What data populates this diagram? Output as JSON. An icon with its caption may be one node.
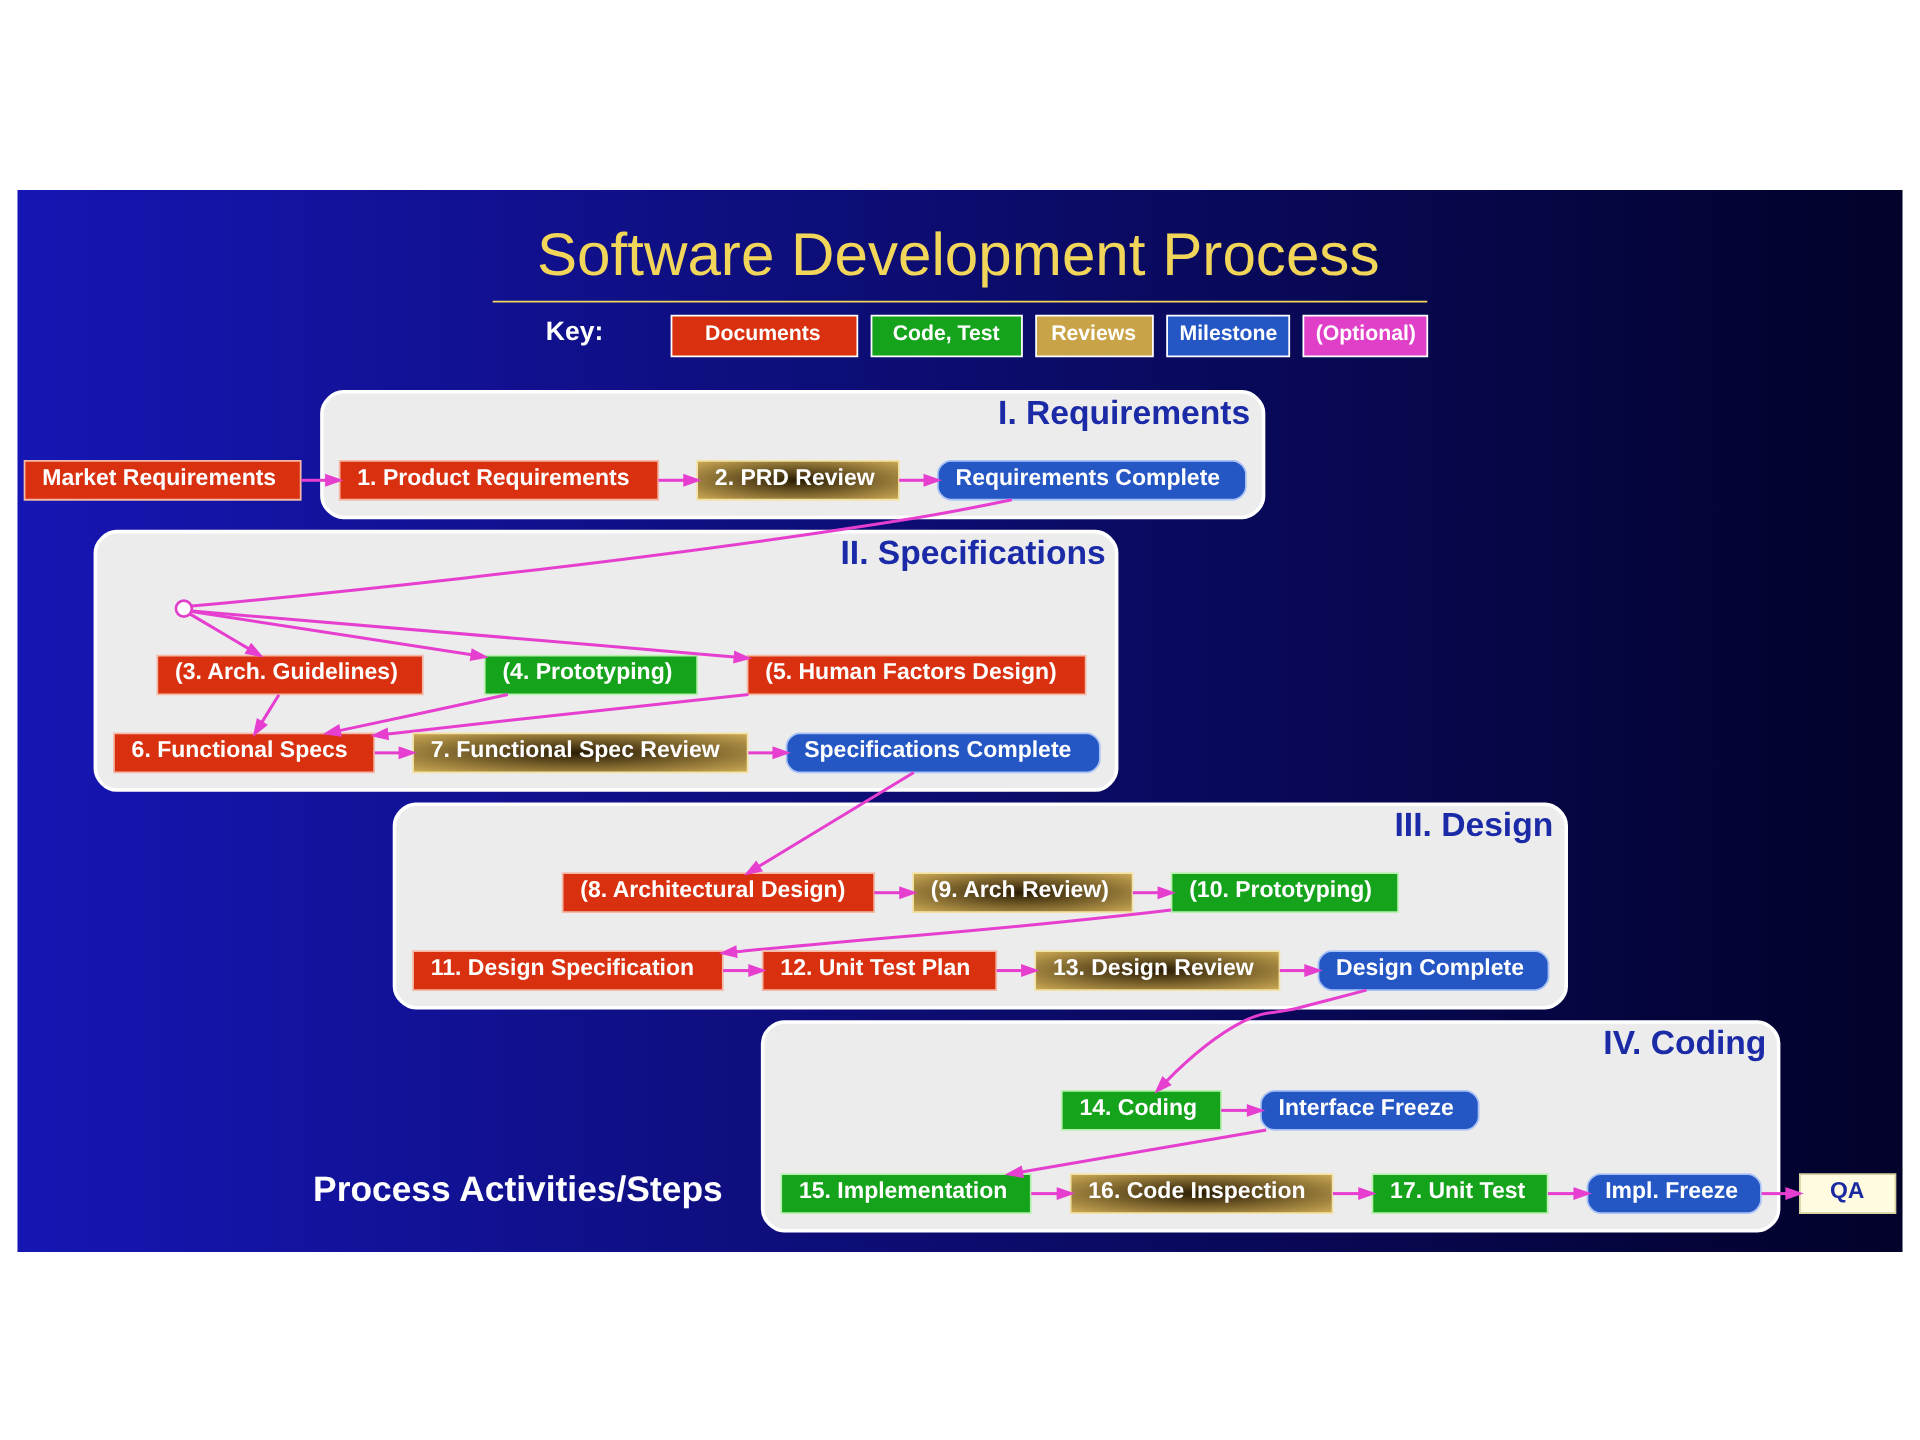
{
  "diagram": {
    "title": "Software Development Process",
    "caption": "Process Activities/Steps",
    "nodes": [
      {
        "text": [
          "Market Requirements"
        ]
      },
      {
        "text": [
          "I. Requirements"
        ]
      },
      {
        "text": [
          "1. Product Requirements"
        ],
        "in": 1
      },
      {
        "text": [
          "2. PRD Review"
        ],
        "in": 1
      },
      {
        "text": [
          "Requirements Complete"
        ],
        "in": 1
      },
      {
        "text": [
          "II. Specifications"
        ]
      },
      {
        "text": [],
        "shape": "circle",
        "in": 5
      },
      {
        "text": [
          "(3. Arch. Guidelines)"
        ],
        "in": 5
      },
      {
        "text": [
          "(4. Prototyping)"
        ],
        "in": 5
      },
      {
        "text": [
          "(5. Human Factors Design)"
        ],
        "in": 5
      },
      {
        "text": [
          "6. Functional Specs"
        ],
        "in": 5
      },
      {
        "text": [
          "7. Functional Spec Review"
        ],
        "in": 5
      },
      {
        "text": [
          "Specifications Complete"
        ],
        "in": 5
      },
      {
        "text": [
          "III. Design"
        ]
      },
      {
        "text": [
          "(8. Architectural Design)"
        ],
        "in": 13
      },
      {
        "text": [
          "(9. Arch Review)"
        ],
        "in": 13
      },
      {
        "text": [
          "(10. Prototyping)"
        ],
        "in": 13
      },
      {
        "text": [
          "11. Design Specification"
        ],
        "in": 13
      },
      {
        "text": [
          "12. Unit Test Plan"
        ],
        "in": 13
      },
      {
        "text": [
          "13. Design Review"
        ],
        "in": 13
      },
      {
        "text": [
          "Design Complete"
        ],
        "in": 13
      },
      {
        "text": [
          "IV. Coding"
        ]
      },
      {
        "text": [
          "14. Coding"
        ],
        "in": 21
      },
      {
        "text": [
          "Interface Freeze"
        ],
        "in": 21
      },
      {
        "text": [
          "15. Implementation"
        ],
        "in": 21
      },
      {
        "text": [
          "16. Code Inspection"
        ],
        "in": 21
      },
      {
        "text": [
          "17. Unit Test"
        ],
        "in": 21
      },
      {
        "text": [
          "Impl. Freeze"
        ],
        "in": 21
      },
      {
        "text": [
          "QA"
        ]
      }
    ],
    "edges": [
      {
        "from": 0,
        "to": 2,
        "arrow": "to"
      },
      {
        "from": 2,
        "to": 3,
        "arrow": "to"
      },
      {
        "from": 3,
        "to": 4,
        "arrow": "to"
      },
      {
        "from": 4,
        "to": 6,
        "arrow": "none"
      },
      {
        "from": 6,
        "to": 7,
        "arrow": "to"
      },
      {
        "from": 6,
        "to": 8,
        "arrow": "to"
      },
      {
        "from": 6,
        "to": 9,
        "arrow": "to"
      },
      {
        "from": 7,
        "to": 10,
        "arrow": "to"
      },
      {
        "from": 8,
        "to": 10,
        "arrow": "to"
      },
      {
        "from": 9,
        "to": 10,
        "arrow": "to"
      },
      {
        "from": 10,
        "to": 11,
        "arrow": "to"
      },
      {
        "from": 11,
        "to": 12,
        "arrow": "to"
      },
      {
        "from": 12,
        "to": 14,
        "arrow": "to"
      },
      {
        "from": 14,
        "to": 15,
        "arrow": "to"
      },
      {
        "from": 15,
        "to": 16,
        "arrow": "to"
      },
      {
        "from": 16,
        "to": 17,
        "arrow": "to"
      },
      {
        "from": 17,
        "to": 18,
        "arrow": "to"
      },
      {
        "from": 18,
        "to": 19,
        "arrow": "to"
      },
      {
        "from": 19,
        "to": 20,
        "arrow": "to"
      },
      {
        "from": 20,
        "to": 22,
        "arrow": "to"
      },
      {
        "from": 22,
        "to": 23,
        "arrow": "to"
      },
      {
        "from": 23,
        "to": 24,
        "arrow": "to"
      },
      {
        "from": 24,
        "to": 25,
        "arrow": "to"
      },
      {
        "from": 25,
        "to": 26,
        "arrow": "to"
      },
      {
        "from": 26,
        "to": 27,
        "arrow": "to"
      },
      {
        "from": 27,
        "to": 28,
        "arrow": "to"
      }
    ],
    "labels": [
      "Key:"
    ],
    "legend": [
      {
        "text": "Documents",
        "color": "#d9300f"
      },
      {
        "text": "Code, Test",
        "color": "#16a31c"
      },
      {
        "text": "Reviews",
        "color": "#c9a347"
      },
      {
        "text": "Milestone",
        "color": "#2456c4"
      },
      {
        "text": "(Optional)",
        "color": "#e040c8"
      }
    ]
  }
}
